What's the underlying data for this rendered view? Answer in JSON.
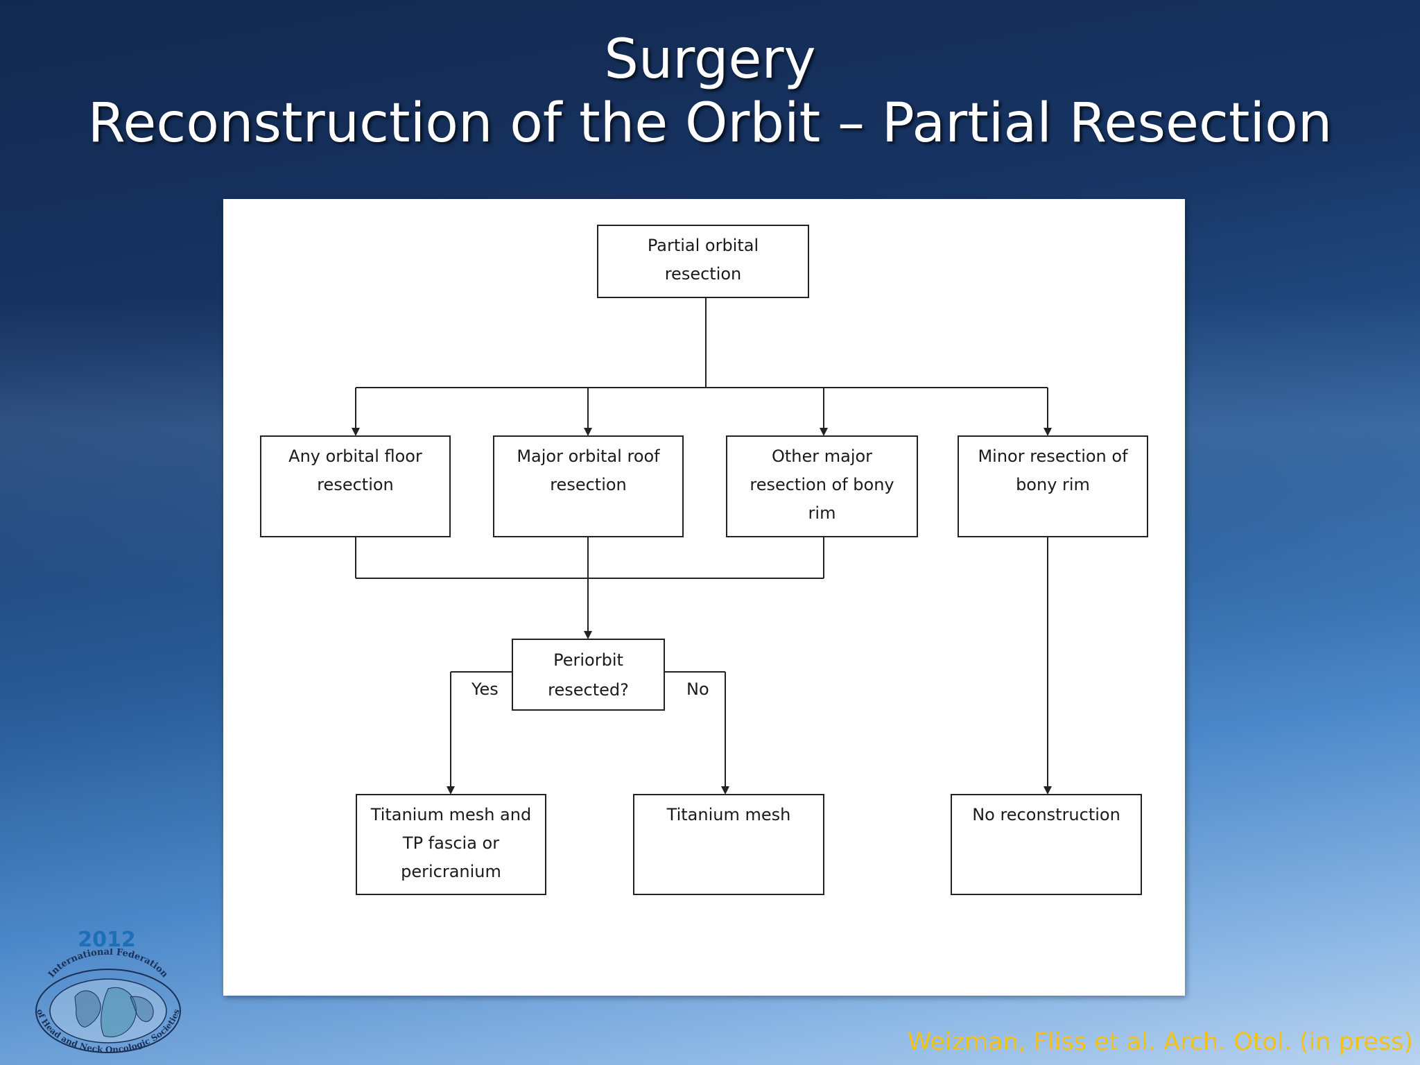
{
  "slide": {
    "title_line1": "Surgery",
    "title_line2": "Reconstruction of the Orbit – Partial Resection",
    "citation": "Weizman, Fliss et al. Arch. Otol. (in press)"
  },
  "flowchart": {
    "root": "Partial orbital resection",
    "categories": [
      "Any orbital floor resection",
      "Major orbital roof resection",
      "Other major resection of bony rim",
      "Minor resection of bony rim"
    ],
    "decision": "Periorbit resected?",
    "branch_yes": "Yes",
    "branch_no": "No",
    "outcomes": [
      "Titanium mesh and TP fascia or pericranium",
      "Titanium mesh",
      "No reconstruction"
    ]
  },
  "logo": {
    "year": "2012",
    "org_top": "International Federation",
    "org_bottom": "of Head and Neck Oncologic Societies"
  },
  "colors": {
    "title": "#ffffff",
    "citation": "#f2c21a",
    "lines": "#222222"
  }
}
